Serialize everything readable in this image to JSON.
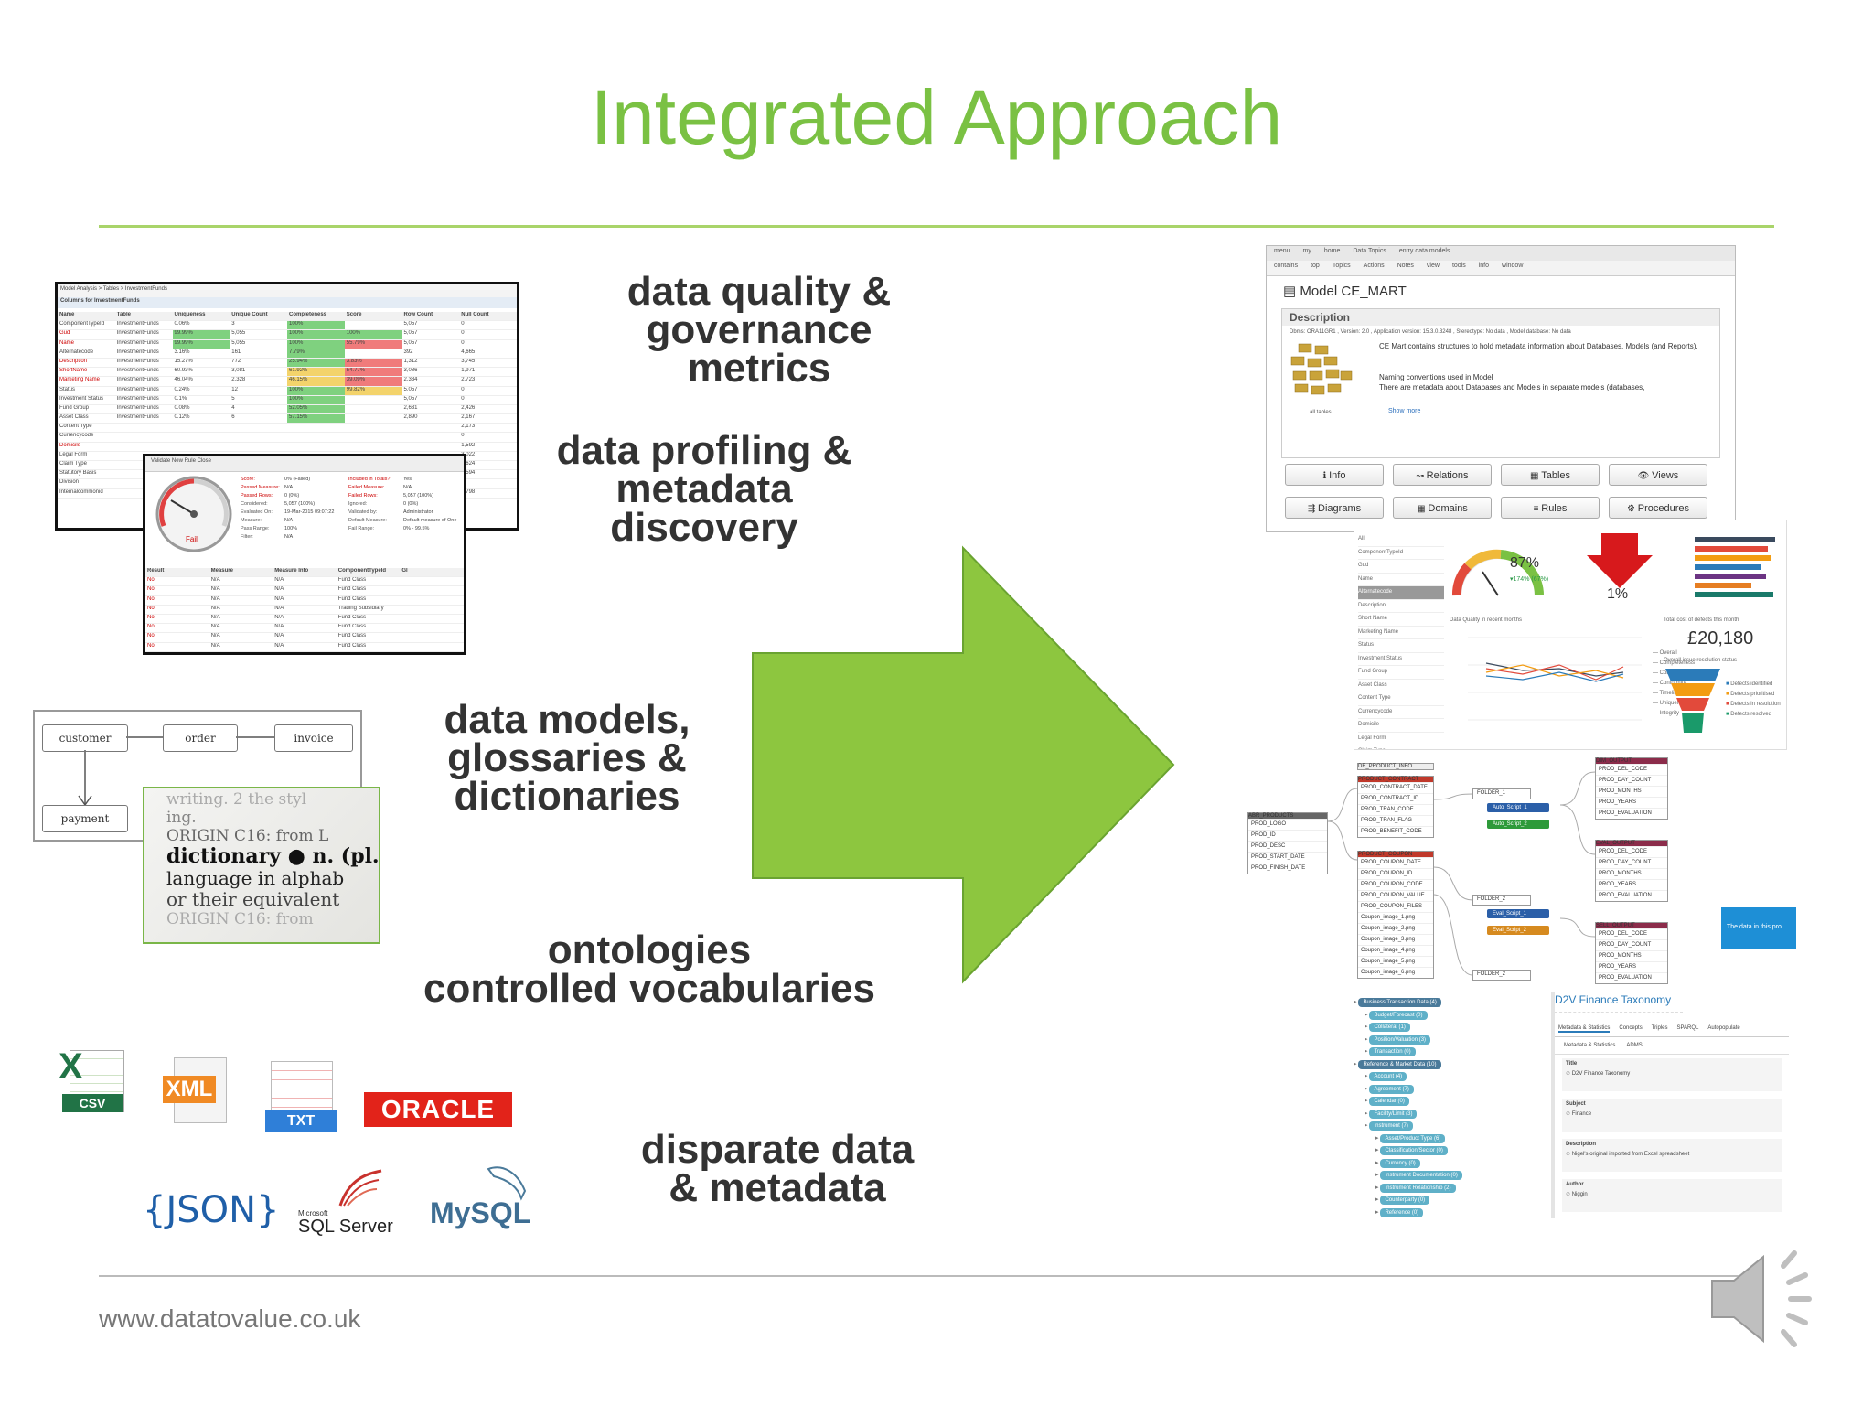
{
  "slide": {
    "title": "Integrated Approach",
    "footer_url": "www.datatovalue.co.uk"
  },
  "labels": {
    "dq": [
      "data quality &",
      "governance",
      "metrics"
    ],
    "dp": [
      "data profiling &",
      "metadata",
      "discovery"
    ],
    "dm": [
      "data models,",
      "glossaries &",
      "dictionaries"
    ],
    "onto": [
      "ontologies",
      "controlled vocabularies"
    ],
    "disp": [
      "disparate data",
      "& metadata"
    ]
  },
  "colors": {
    "title_green": "#7ac143",
    "arrow_green": "#8dc63f",
    "rule_green": "#a9d46a",
    "oracle_red": "#e2231a"
  },
  "profiling_screenshot": {
    "breadcrumb": "Model Analysis > Tables > InvestmentFunds",
    "toolbar": "Columns for InvestmentFunds",
    "headers": [
      "Name",
      "Table",
      "Uniqueness",
      "Unique Count",
      "Completeness",
      "Score",
      "Row Count",
      "Null Count"
    ],
    "rows": [
      [
        "ComponentTypeId",
        "InvestmentFunds",
        "0.06%",
        "3",
        "100%",
        "",
        "5,057",
        "0"
      ],
      [
        "Gud",
        "InvestmentFunds",
        "99.99%",
        "5,055",
        "100%",
        "100%",
        "5,057",
        "0"
      ],
      [
        "Name",
        "InvestmentFunds",
        "99.99%",
        "5,055",
        "100%",
        "55.79%",
        "5,057",
        "0"
      ],
      [
        "Alternatecode",
        "InvestmentFunds",
        "3.16%",
        "161",
        "7.79%",
        "",
        "392",
        "4,665"
      ],
      [
        "Description",
        "InvestmentFunds",
        "15.27%",
        "772",
        "25.94%",
        "3.83%",
        "1,312",
        "3,745"
      ],
      [
        "ShortName",
        "InvestmentFunds",
        "60.93%",
        "3,081",
        "61.92%",
        "54.77%",
        "3,086",
        "1,971"
      ],
      [
        "Marketing Name",
        "InvestmentFunds",
        "46.04%",
        "2,328",
        "46.15%",
        "39.09%",
        "2,334",
        "2,723"
      ],
      [
        "Status",
        "InvestmentFunds",
        "0.24%",
        "12",
        "100%",
        "99.82%",
        "5,057",
        "0"
      ],
      [
        "Investment Status",
        "InvestmentFunds",
        "0.1%",
        "5",
        "100%",
        "",
        "5,057",
        "0"
      ],
      [
        "Fund Group",
        "InvestmentFunds",
        "0.08%",
        "4",
        "52.05%",
        "",
        "2,631",
        "2,426"
      ],
      [
        "Asset Class",
        "InvestmentFunds",
        "0.12%",
        "6",
        "57.15%",
        "",
        "2,890",
        "2,167"
      ],
      [
        "Content Type",
        "",
        "",
        "",
        "",
        "",
        "",
        "2,173"
      ],
      [
        "Currencycode",
        "",
        "",
        "",
        "",
        "",
        "",
        "0"
      ],
      [
        "Domicile",
        "",
        "",
        "",
        "",
        "",
        "",
        "1,592"
      ],
      [
        "Legal Form",
        "",
        "",
        "",
        "",
        "",
        "",
        "3,022"
      ],
      [
        "Claim Type",
        "",
        "",
        "",
        "",
        "",
        "",
        "1,624"
      ],
      [
        "Statutory Basis",
        "",
        "",
        "",
        "",
        "",
        "",
        "4,594"
      ],
      [
        "Division",
        "",
        "",
        "",
        "",
        "",
        "",
        "0"
      ],
      [
        "Internalcommonid",
        "",
        "",
        "",
        "",
        "",
        "",
        "4,798"
      ]
    ]
  },
  "rules_screenshot": {
    "toolbar": "Validate  New Rule  Close",
    "gauge_label": "Fail",
    "stats": [
      "Score:",
      "Passed Measure:",
      "Passed Rows:",
      "Considered:",
      "Evaluated On:",
      "Measure:",
      "Pass Range:",
      "Filter:"
    ],
    "stat_values": [
      "0% (Failed)",
      "N/A",
      "0 (0%)",
      "5,057 (100%)",
      "19-Mar-2015 09:07:22",
      "N/A",
      "100%",
      "N/A"
    ],
    "stats2": [
      "Included in Totals?:",
      "Failed Measure:",
      "Failed Rows:",
      "Ignored:",
      "Validated by:",
      "Default Measure:",
      "Fail Range:"
    ],
    "stat2_values": [
      "Yes",
      "N/A",
      "5,057 (100%)",
      "0 (0%)",
      "Administrator",
      "Default measure of One",
      "0% - 99.5%"
    ],
    "headers": [
      "Result",
      "Measure",
      "Measure Info",
      "ComponentTypeId",
      "Gl"
    ],
    "rows": [
      [
        "No",
        "N/A",
        "N/A",
        "Fund Class"
      ],
      [
        "No",
        "N/A",
        "N/A",
        "Fund Class"
      ],
      [
        "No",
        "N/A",
        "N/A",
        "Fund Class"
      ],
      [
        "No",
        "N/A",
        "N/A",
        "Trading Subsidiary"
      ],
      [
        "No",
        "N/A",
        "N/A",
        "Fund Class"
      ],
      [
        "No",
        "N/A",
        "N/A",
        "Fund Class"
      ],
      [
        "No",
        "N/A",
        "N/A",
        "Fund Class"
      ],
      [
        "No",
        "N/A",
        "N/A",
        "Fund Class"
      ],
      [
        "No",
        "N/A",
        "N/A",
        "Fund Class"
      ]
    ]
  },
  "er_diagram": {
    "entities": [
      "customer",
      "order",
      "invoice",
      "payment"
    ]
  },
  "dictionary": {
    "lines": [
      "writing. 2 the styl",
      "ing.",
      "ORIGIN C16: from L",
      "dictionary ● n. (pl.",
      "language in alphab",
      "or their equivalent",
      "ORIGIN C16: from"
    ]
  },
  "logos": {
    "csv": "CSV",
    "xml": "XML",
    "txt": "TXT",
    "oracle": "ORACLE",
    "json": "{JSON}",
    "sqlserver_small": "Microsoft",
    "sqlserver": "SQL Server",
    "mysql": "MySQL"
  },
  "model_screenshot": {
    "nav": [
      "menu",
      "my",
      "home",
      "Data Topics",
      "entry data models"
    ],
    "nav2": [
      "contains",
      "top",
      "Topics",
      "Actions",
      "Notes",
      "view",
      "tools",
      "info",
      "window"
    ],
    "model_title": "Model CE_MART",
    "section": "Description",
    "meta": "Dbms: ORA11GR1 , Version: 2.0 , Application version: 15.3.0.3248 , Stereotype: No data , Model database: No data",
    "desc1": "CE Mart contains structures to hold metadata information about Databases, Models (and Reports).",
    "desc2": "Naming conventions used in Model",
    "desc3": "There are metadata about Databases and Models in separate models (databases,",
    "all_tables": "all tables",
    "show_more": "Show more",
    "buttons": [
      "Info",
      "Relations",
      "Tables",
      "Views",
      "Diagrams",
      "Domains",
      "Rules",
      "Procedures"
    ]
  },
  "dashboard": {
    "gauge_value": "87%",
    "gauge_delta": "▾174% (67%)",
    "down_pct": "1%",
    "money": "£20,180",
    "chart_caption": "Data Quality in recent months",
    "cost_caption": "Total cost of defects this month",
    "funnel_caption": "Overall issue resolution status",
    "series": [
      "Overall",
      "Completeness",
      "Consistency",
      "Conformity",
      "Timeliness",
      "Uniqueness",
      "Integrity"
    ],
    "funnel_legend": [
      "Defects identified",
      "Defects prioritised",
      "Defects in resolution",
      "Defects resolved"
    ],
    "columns": [
      "All",
      "ComponentTypeId",
      "Gud",
      "Name",
      "Alternatecode",
      "Description",
      "Short Name",
      "Marketing Name",
      "Status",
      "Investment Status",
      "Fund Group",
      "Asset Class",
      "Content Type",
      "Currencycode",
      "Domicile",
      "Legal Form",
      "Claim Type"
    ]
  },
  "lineage": {
    "source": {
      "name": "ABR_PRODUCTS",
      "fields": [
        "PROD_LOGO",
        "PROD_ID",
        "PROD_DESC",
        "PROD_START_DATE",
        "PROD_FINISH_DATE"
      ]
    },
    "db": "DB_PRODUCT_INFO",
    "contract": {
      "name": "PRODUCT_CONTRACT",
      "fields": [
        "PROD_CONTRACT_DATE",
        "PROD_CONTRACT_ID",
        "PROD_TRAN_CODE",
        "PROD_TRAN_FLAG",
        "PROD_BENEFIT_CODE"
      ]
    },
    "coupon": {
      "name": "PRODUCT_COUPON",
      "fields": [
        "PROD_COUPON_DATE",
        "PROD_COUPON_ID",
        "PROD_COUPON_CODE",
        "PROD_COUPON_VALUE",
        "PROD_COUPON_FILES",
        "Coupon_image_1.png",
        "Coupon_image_2.png",
        "Coupon_image_3.png",
        "Coupon_image_4.png",
        "Coupon_image_5.png",
        "Coupon_image_6.png"
      ]
    },
    "folders": [
      "FOLDER_1",
      "FOLDER_2",
      "FOLDER_2"
    ],
    "scripts": [
      "Auto_Script_1",
      "Auto_Script_2",
      "Eval_Script_1",
      "Eval_Script_2"
    ],
    "outputs": [
      {
        "name": "DIM_OUTPUT",
        "fields": [
          "PROD_DEL_CODE",
          "PROD_DAY_COUNT",
          "PROD_MONTHS",
          "PROD_YEARS",
          "PROD_EVALUATION"
        ]
      },
      {
        "name": "EVAL_OUTPUT",
        "fields": [
          "PROD_DEL_CODE",
          "PROD_DAY_COUNT",
          "PROD_MONTHS",
          "PROD_YEARS",
          "PROD_EVALUATION"
        ]
      },
      {
        "name": "SELL_OUTPUT",
        "fields": [
          "PROD_DEL_CODE",
          "PROD_DAY_COUNT",
          "PROD_MONTHS",
          "PROD_YEARS",
          "PROD_EVALUATION"
        ]
      }
    ],
    "tooltip": "The data in this pro"
  },
  "taxonomy": {
    "title": "D2V Finance Taxonomy",
    "tabs": [
      "Metadata & Statistics",
      "Concepts",
      "Triples",
      "SPARQL",
      "Autopopulate"
    ],
    "subtabs": [
      "Metadata & Statistics",
      "ADMS"
    ],
    "fields": [
      {
        "label": "Title",
        "value": "D2V Finance Taxonomy"
      },
      {
        "label": "Subject",
        "value": "Finance"
      },
      {
        "label": "Description",
        "value": "Nigel's original imported from Excel spreadsheet"
      },
      {
        "label": "Author",
        "value": "Niggin"
      }
    ],
    "tree": [
      "Business Transaction Data (4)",
      "Budget/Forecast (0)",
      "Collateral (1)",
      "Position/Valuation (3)",
      "Transaction (0)",
      "Reference & Market Data (10)",
      "Account (4)",
      "Agreement (7)",
      "Calendar (0)",
      "Facility/Limit (3)",
      "Instrument (7)",
      "Asset/Product Type (6)",
      "Classification/Sector (0)",
      "Currency (0)",
      "Instrument Documentation (0)",
      "Instrument Relationship (2)",
      "Counterparty (0)",
      "Reference (0)"
    ]
  }
}
